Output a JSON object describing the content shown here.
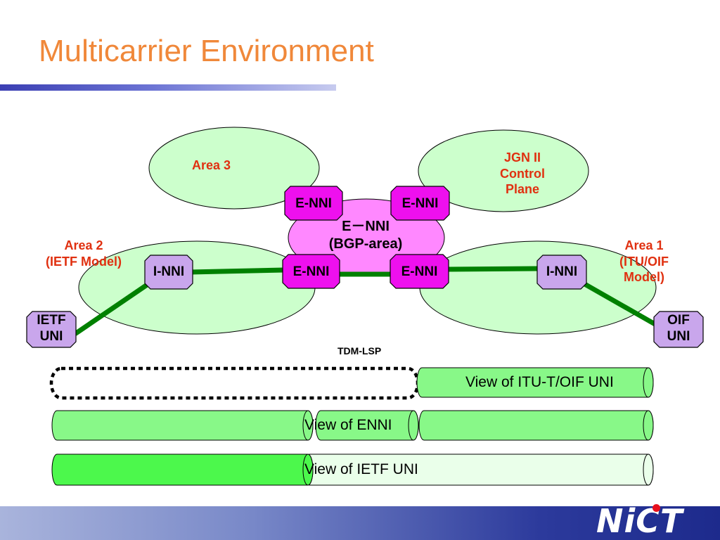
{
  "title": "Multicarrier Environment",
  "areas": {
    "area3": "Area 3",
    "jgn": [
      "JGN II",
      "Control",
      "Plane"
    ],
    "area2": [
      "Area 2",
      "(IETF Model)"
    ],
    "area1": [
      "Area 1",
      "(ITU/OIF",
      "Model)"
    ]
  },
  "center": [
    "E－NNI",
    "(BGP-area)"
  ],
  "nodes": {
    "enni": "E-NNI",
    "inni": "I-NNI",
    "ietf_uni": [
      "IETF",
      "UNI"
    ],
    "oif_uni": [
      "OIF",
      "UNI"
    ]
  },
  "tdm_lsp": "TDM-LSP",
  "views": {
    "itu": "View of ITU-T/OIF UNI",
    "enni": "View of ENNI",
    "ietf": "View of IETF UNI"
  },
  "logo": "NiCT",
  "colors": {
    "title": "#f0883a",
    "area_red": "#e03010",
    "enni_fill": "#ee10ee",
    "inni_fill": "#c9a6ec",
    "ellipse_fill": "#ccffcc",
    "center_fill": "#ff88ff",
    "link_green": "#008000",
    "pipe_green": "#88f888",
    "pipe_bright": "#4cf84c",
    "pipe_pale": "#eaffea"
  }
}
